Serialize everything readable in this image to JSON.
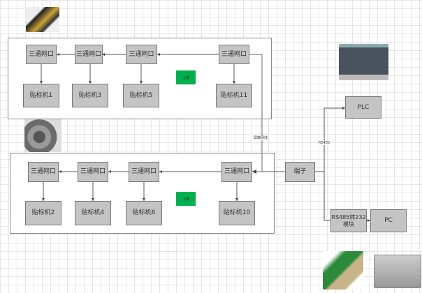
{
  "upper": {
    "tag": "上排",
    "ports": [
      "三通网口",
      "三通网口",
      "三通网口",
      "三通网口"
    ],
    "machines": [
      "贴标机1",
      "贴标机3",
      "贴标机5",
      "贴标机11"
    ]
  },
  "lower": {
    "tag": "下排",
    "ports": [
      "三通网口",
      "三通网口",
      "三通网口",
      "三通网口"
    ],
    "machines": [
      "贴标机2",
      "贴标机4",
      "贴标机6",
      "贴标机10"
    ]
  },
  "cable_label": "屏蔽网线",
  "rs485_label": "RS485",
  "terminal": "端子",
  "plc": "PLC",
  "converter": "RS485转232\n模块",
  "pc": "PC",
  "colors": {
    "node": "#c4c4c4",
    "tag": "#00b050"
  }
}
